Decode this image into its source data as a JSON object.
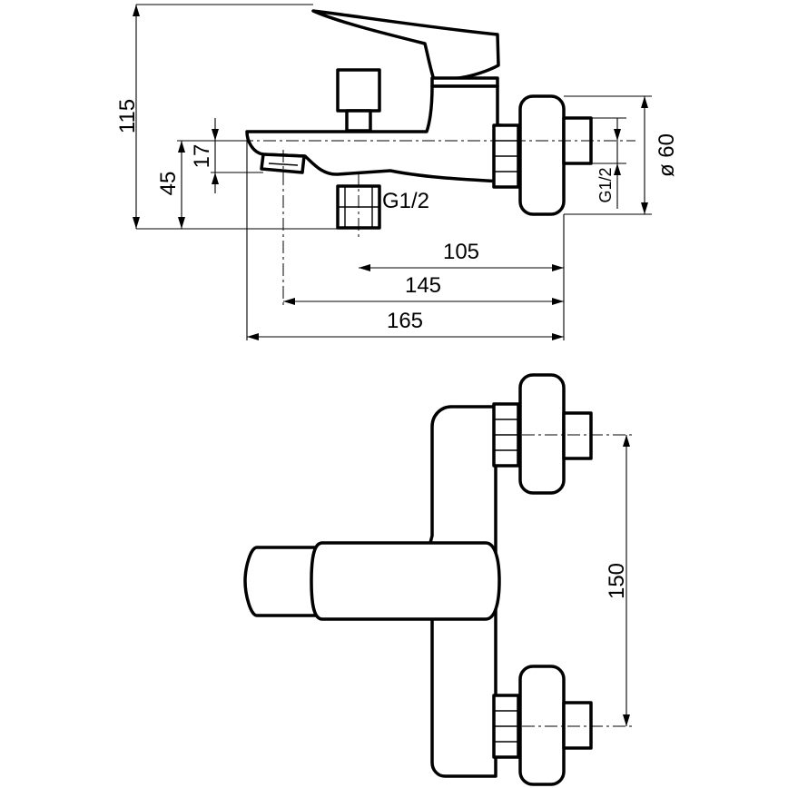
{
  "side_view": {
    "dim_overall_height": "115",
    "dim_spout_height": "45",
    "dim_spout_tip": "17",
    "dim_connection_thread": "G1/2",
    "dim_eccentric_thread": "G1/2",
    "dim_rosette_diameter": "ø 60",
    "dim_outlet_depth": "105",
    "dim_spout_depth": "145",
    "dim_overall_depth": "165"
  },
  "front_view": {
    "dim_connection_spacing": "150"
  }
}
